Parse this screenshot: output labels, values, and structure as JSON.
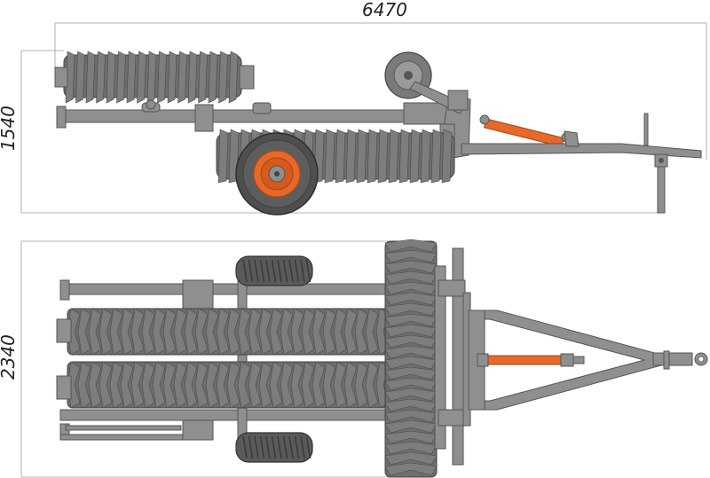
{
  "dimensions": {
    "overall_length": "6470",
    "height": "1540",
    "width": "2340"
  },
  "colors": {
    "steel": "#8f8f8f",
    "steel_dark": "#6e6e6e",
    "accent_orange": "#e8682a",
    "tyre": "#5a5a5a",
    "dimension_line": "#9a9a9a"
  }
}
